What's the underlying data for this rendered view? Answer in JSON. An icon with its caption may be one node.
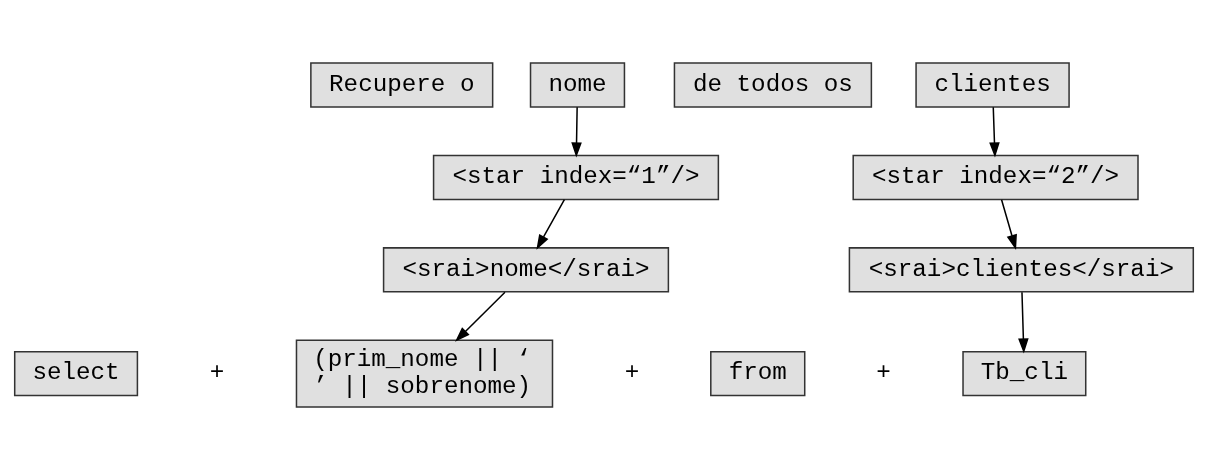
{
  "diagram": {
    "nodes": [
      {
        "text": [
          "Recupere o"
        ]
      },
      {
        "text": [
          "nome"
        ]
      },
      {
        "text": [
          "de todos os"
        ]
      },
      {
        "text": [
          "clientes"
        ]
      },
      {
        "text": [
          "<star index=“1”/>"
        ]
      },
      {
        "text": [
          "<star index=“2”/>"
        ]
      },
      {
        "text": [
          "<srai>nome</srai>"
        ]
      },
      {
        "text": [
          "<srai>clientes</srai>"
        ]
      },
      {
        "text": [
          "select"
        ]
      },
      {
        "text": [
          "(prim_nome || ‘ ’ || sobrenome)"
        ]
      },
      {
        "text": [
          "from"
        ]
      },
      {
        "text": [
          "Tb_cli"
        ]
      }
    ],
    "edges": [
      {
        "from": 1,
        "to": 4,
        "arrow": "to"
      },
      {
        "from": 3,
        "to": 5,
        "arrow": "to"
      },
      {
        "from": 4,
        "to": 6,
        "arrow": "to"
      },
      {
        "from": 5,
        "to": 7,
        "arrow": "to"
      },
      {
        "from": 6,
        "to": 9,
        "arrow": "to"
      },
      {
        "from": 7,
        "to": 11,
        "arrow": "to"
      }
    ],
    "labels": [
      "+",
      "+",
      "+"
    ]
  }
}
